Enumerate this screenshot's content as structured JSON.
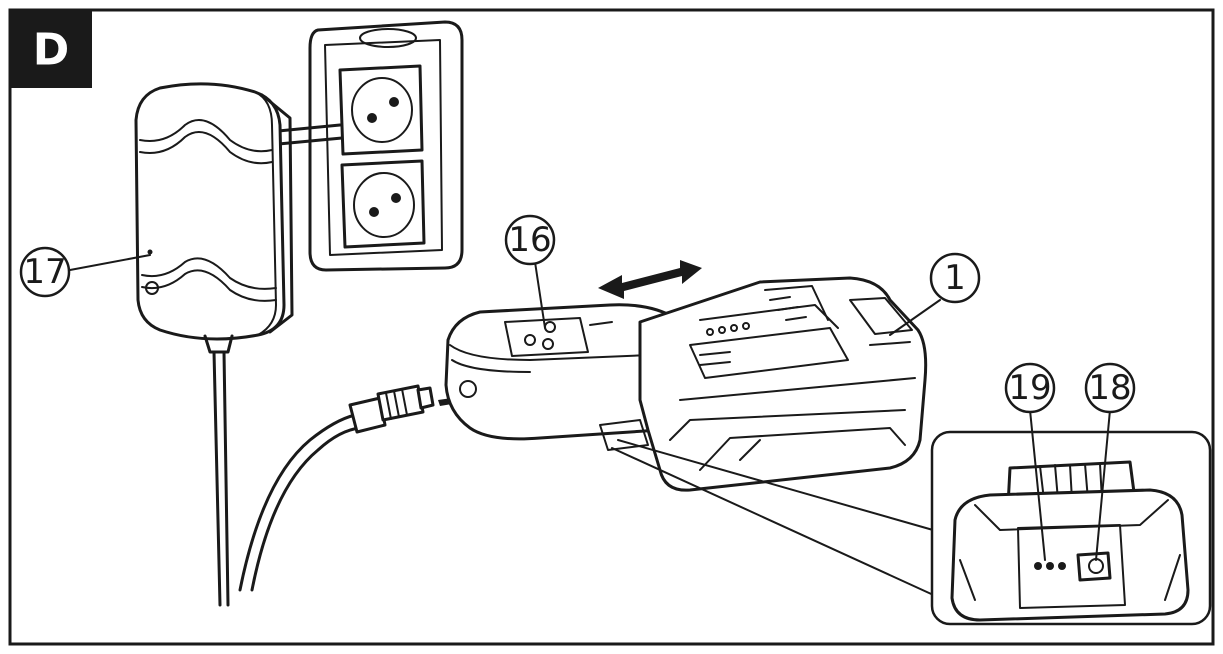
{
  "panel": {
    "label": "D",
    "label_bg": "#1a1a1a",
    "label_fg": "#ffffff",
    "border_color": "#1a1a1a"
  },
  "callouts": [
    {
      "id": "callout-17",
      "text": "17"
    },
    {
      "id": "callout-16",
      "text": "16"
    },
    {
      "id": "callout-1",
      "text": "1"
    },
    {
      "id": "callout-19",
      "text": "19"
    },
    {
      "id": "callout-18",
      "text": "18"
    }
  ],
  "icons": {
    "arrow": "double-arrow-icon",
    "plug_arrow": "insert-arrow-icon"
  }
}
